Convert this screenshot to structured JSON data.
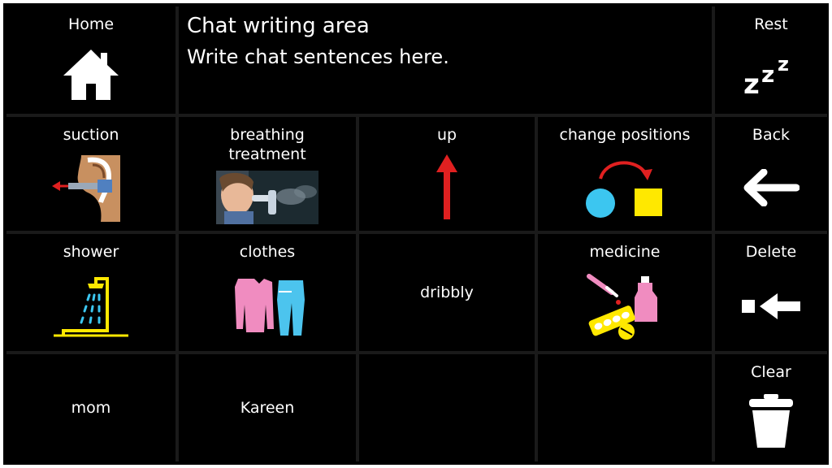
{
  "chat": {
    "title": "Chat writing area",
    "placeholder": "Write chat sentences here."
  },
  "buttons": {
    "home": "Home",
    "rest": "Rest",
    "suction": "suction",
    "breathing_treatment": "breathing\ntreatment",
    "up": "up",
    "change_positions": "change positions",
    "back": "Back",
    "shower": "shower",
    "clothes": "clothes",
    "dribbly": "dribbly",
    "medicine": "medicine",
    "delete": "Delete",
    "clear": "Clear",
    "mom": "mom",
    "kareen": "Kareen"
  },
  "colors": {
    "background": "#000000",
    "text": "#ffffff",
    "arrow_red": "#e02020",
    "shape_blue": "#3cc6f0",
    "shape_yellow": "#ffe800",
    "clothes_pink": "#f08cc0",
    "clothes_blue": "#4cc4ee"
  }
}
